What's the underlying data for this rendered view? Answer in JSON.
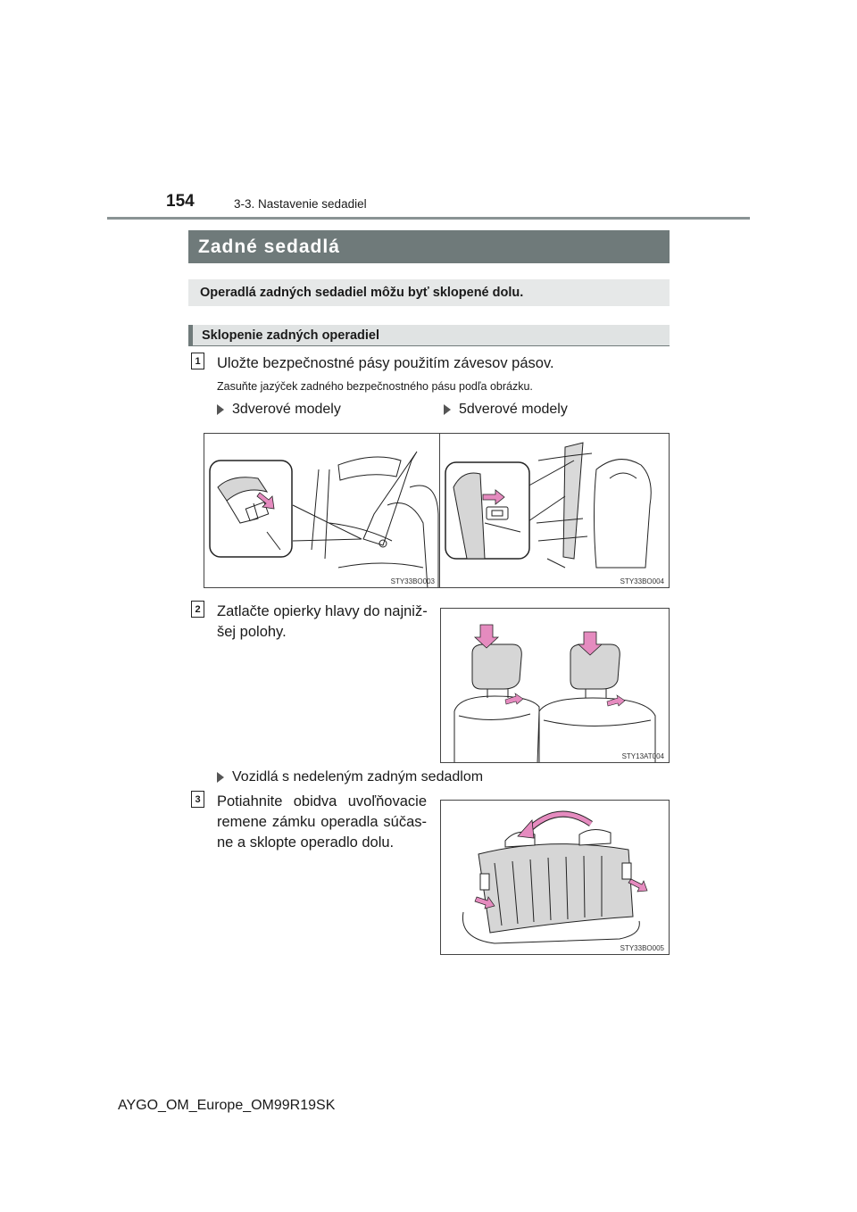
{
  "header": {
    "page_number": "154",
    "breadcrumb": "3-3. Nastavenie sedadiel"
  },
  "section_title": "Zadné sedadlá",
  "intro": "Operadlá zadných sedadiel môžu byť sklopené dolu.",
  "subsection_title": "Sklopenie zadných operadiel",
  "steps": [
    {
      "number": "1",
      "text": "Uložte bezpečnostné pásy použitím závesov pásov.",
      "note": "Zasuňte jazýček zadného bezpečnostného pásu podľa obrázku."
    },
    {
      "number": "2",
      "text_line1": "Zatlačte opierky hlavy do najniž-",
      "text_line2": "šej polohy."
    },
    {
      "number": "3",
      "text_line1": "Potiahnite obidva uvoľňovacie",
      "text_line2": "remene zámku operadla súčas-",
      "text_line3": "ne a sklopte operadlo dolu."
    }
  ],
  "variants": {
    "three_door": "3dverové modely",
    "five_door": "5dverové modely",
    "undivided": "Vozidlá s nedeleným zadným sedadlom"
  },
  "figures": {
    "fig1_code": "STY33BO003",
    "fig2_code": "STY33BO004",
    "fig3_code": "STY13AT004",
    "fig4_code": "STY33BO005"
  },
  "footer": {
    "doc_id": "AYGO_OM_Europe_OM99R19SK"
  },
  "colors": {
    "section_bar": "#6f7a7a",
    "intro_bg": "#e6e8e8",
    "arrow_pink": "#e58bbf"
  },
  "icons": [
    "triangle-bullet-icon"
  ]
}
